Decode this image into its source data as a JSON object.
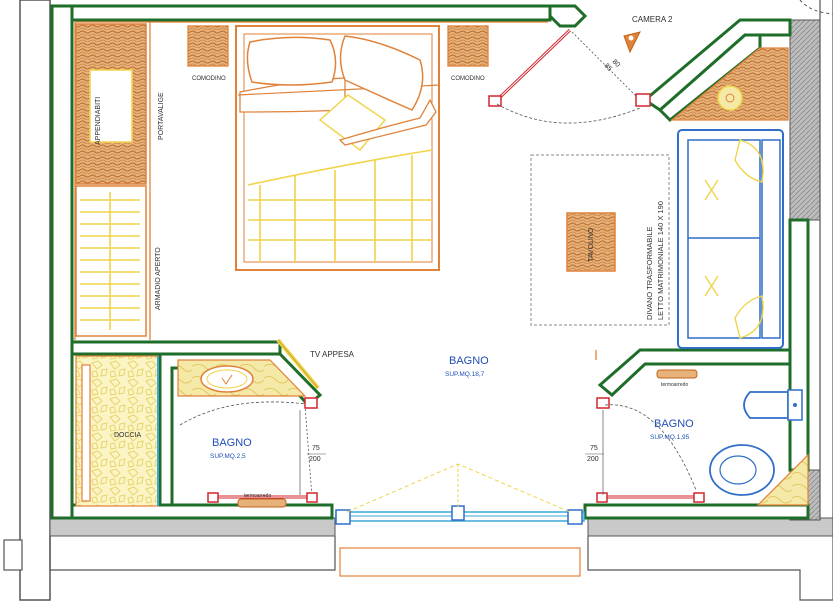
{
  "labels": {
    "camera": "CAMERA 2",
    "door_dim_top": "85",
    "door_dim_bottom": "80",
    "comodino_left": "COMODINO",
    "comodino_right": "COMODINO",
    "appendiabiti": "APPENDIABITI",
    "portavalige": "PORTAVALIGE",
    "armadio": "ARMADIO APERTO",
    "divano_line1": "DIVANO TRASFORMABILE",
    "divano_line2": "LETTO MATRIMONIALE 140 X 190",
    "tavolino": "TAVOLINO",
    "tv": "TV APPESA",
    "main_bagno_title": "BAGNO",
    "main_bagno_sup": "SUP.MQ.18,7",
    "doccia": "DOCCIA",
    "bagno_left_title": "BAGNO",
    "bagno_left_sup": "SUP.MQ.2,5",
    "bagno_right_title": "BAGNO",
    "bagno_right_sup": "SUP.MQ.1,95",
    "dim_left_top": "75",
    "dim_left_bottom": "200",
    "dim_right_top": "75",
    "dim_right_bottom": "200",
    "termo_left": "termoarredo",
    "termo_right": "termoarredo"
  },
  "colors": {
    "wall_green": "#1e6e2a",
    "wall_fill": "#ffffff",
    "outer_gray": "#a8a8a8",
    "orange": "#e0823a",
    "wood": "#c97a3a",
    "yellow": "#f0d44a",
    "blue": "#2f6fc7",
    "red": "#d2262e",
    "cyan": "#3aa7d8",
    "tile": "#fbf5c6"
  }
}
